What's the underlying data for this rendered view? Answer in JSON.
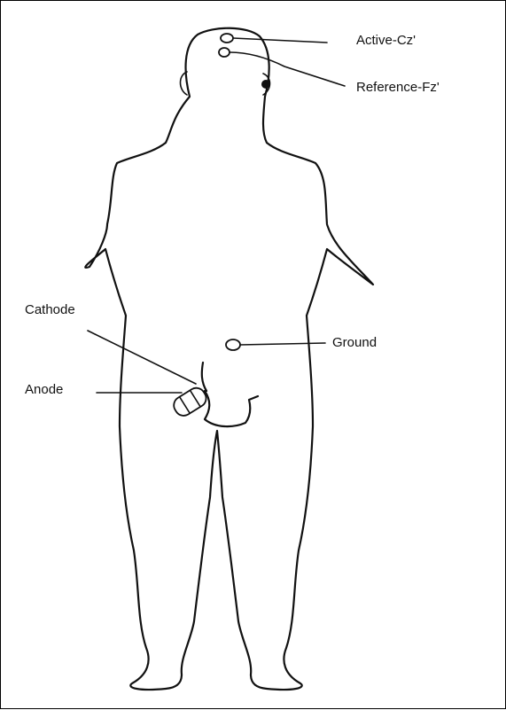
{
  "labels": {
    "active": "Active-Cz'",
    "reference": "Reference-Fz'",
    "cathode": "Cathode",
    "ground": "Ground",
    "anode": "Anode"
  },
  "colors": {
    "line": "#111111",
    "background": "#ffffff"
  }
}
